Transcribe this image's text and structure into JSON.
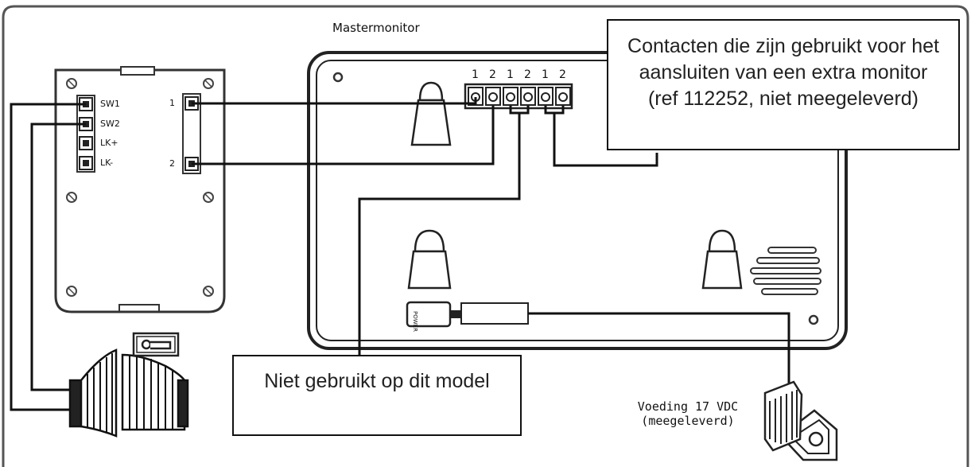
{
  "monitor": {
    "title": "Mastermonitor",
    "terminal_numbers": [
      "1",
      "2",
      "1",
      "2",
      "1",
      "2"
    ],
    "power_label": "POWER"
  },
  "door_unit": {
    "left_terminals": [
      "SW1",
      "SW2",
      "LK+",
      "LK-"
    ],
    "right_terminals": [
      "1",
      "2"
    ]
  },
  "callouts": {
    "extra_monitor": "Contacten die zijn gebruikt voor het aansluiten van een extra monitor (ref 112252, niet meegeleverd)",
    "not_used": "Niet gebruikt op dit model"
  },
  "power_supply": {
    "line1": "Voeding 17 VDC",
    "line2": "(meegeleverd)"
  }
}
